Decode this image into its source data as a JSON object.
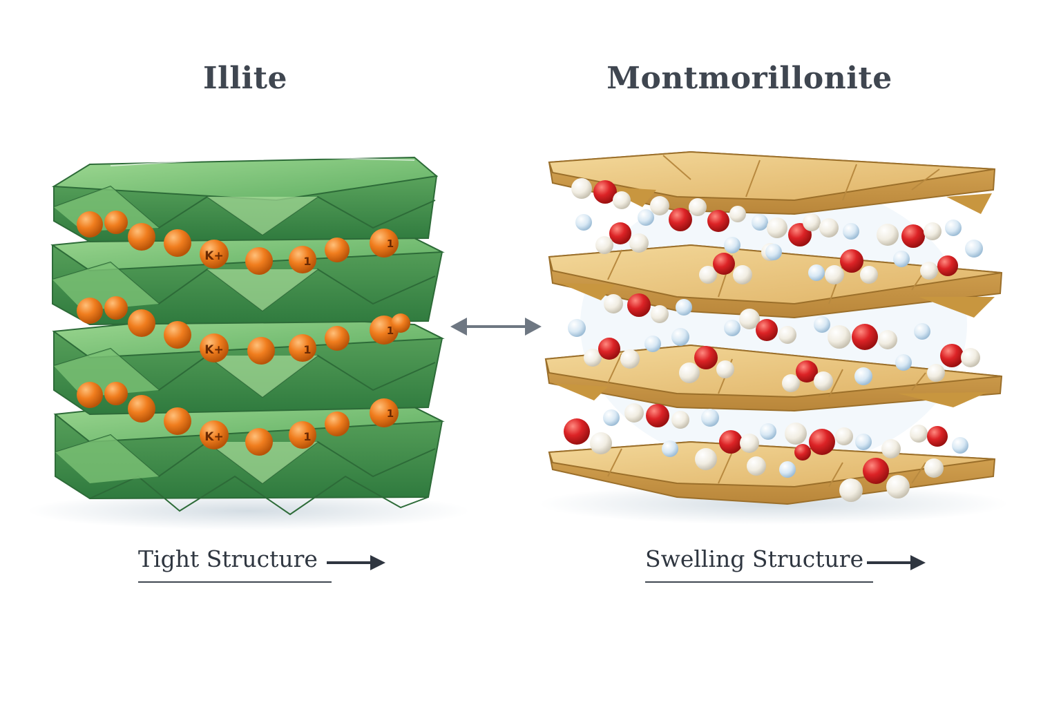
{
  "left": {
    "title": "Illite",
    "caption": "Tight Structure",
    "ion_label": "K+",
    "ion_alt_label": "1",
    "colors": {
      "sheet": "#4f9a5a",
      "sheet_light": "#8fcf86",
      "ion": "#ef7a1a"
    }
  },
  "right": {
    "title": "Montmorillonite",
    "caption": "Swelling Structure",
    "colors": {
      "sheet": "#e2b96a",
      "sheet_dark": "#c99a48",
      "oxygen": "#d9262a",
      "hydrogen": "#f2efe6",
      "water_blue": "#cfe3f1"
    }
  },
  "icons": {
    "center": "double-arrow-icon",
    "caption_arrow": "right-arrow-icon"
  }
}
